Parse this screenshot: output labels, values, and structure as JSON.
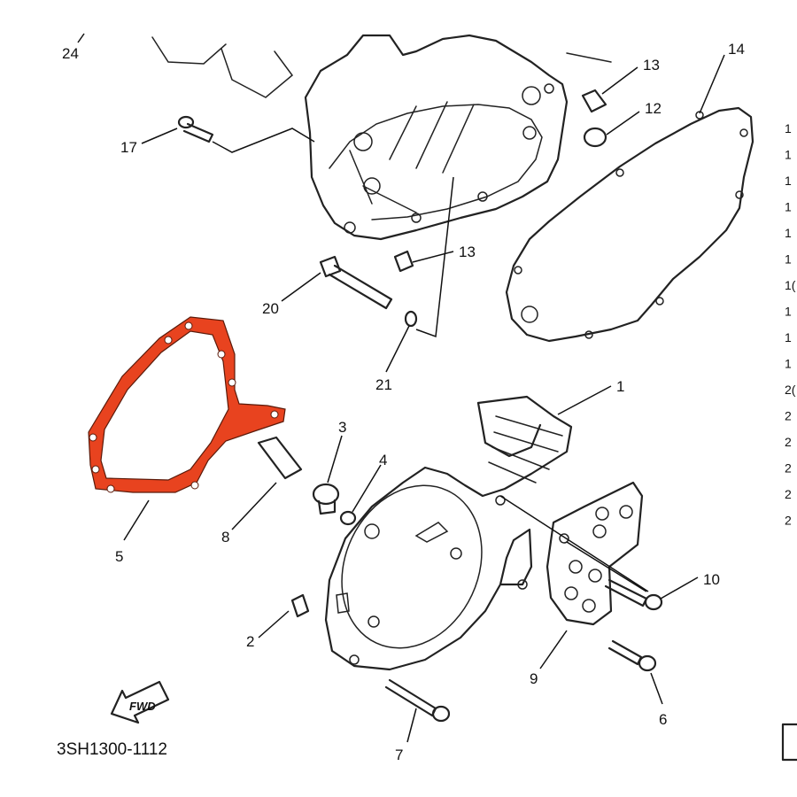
{
  "diagram": {
    "part_code": "3SH1300-1112",
    "fwd_label": "FWD",
    "highlight_color": "#e8431f",
    "callouts": {
      "c1": "1",
      "c2": "2",
      "c3": "3",
      "c4": "4",
      "c5": "5",
      "c6": "6",
      "c7": "7",
      "c8": "8",
      "c9": "9",
      "c10": "10",
      "c12": "12",
      "c13a": "13",
      "c13b": "13",
      "c14": "14",
      "c17": "17",
      "c20": "20",
      "c21": "21",
      "c24": "24"
    },
    "index_column": [
      "1",
      "1",
      "1",
      "1",
      "1",
      "1",
      "1(",
      "1",
      "1",
      "1",
      "2(",
      "2",
      "2",
      "2",
      "2",
      "2"
    ]
  }
}
